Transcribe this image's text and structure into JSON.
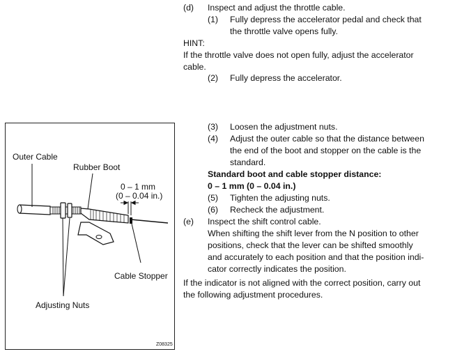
{
  "steps": {
    "d_label": "(d)",
    "d_text": "Inspect and adjust the throttle cable.",
    "d1_num": "(1)",
    "d1_line1": "Fully depress the accelerator pedal and check that",
    "d1_line2": "the throttle valve opens fully.",
    "hint_label": "HINT:",
    "hint_line1": "If the throttle valve does not open fully, adjust the accelerator",
    "hint_line2": "cable.",
    "d2_num": "(2)",
    "d2_text": "Fully depress the accelerator.",
    "d3_num": "(3)",
    "d3_text": "Loosen the adjustment nuts.",
    "d4_num": "(4)",
    "d4_line1": "Adjust the outer cable so that the distance between",
    "d4_line2": "the end of the boot and stopper on the cable is the",
    "d4_line3": "standard.",
    "standard_heading": "Standard boot and cable stopper distance:",
    "standard_value": "0 – 1 mm (0 – 0.04 in.)",
    "d5_num": "(5)",
    "d5_text": "Tighten the adjusting nuts.",
    "d6_num": "(6)",
    "d6_text": "Recheck the adjustment.",
    "e_label": "(e)",
    "e_text": "Inspect the shift control cable.",
    "e_body_line1": "When shifting the shift lever from the N position to other",
    "e_body_line2": "positions, check that the lever can be shifted smoothly",
    "e_body_line3": "and accurately to each position and that the position indi-",
    "e_body_line4": "cator correctly indicates the position.",
    "final_line1": "If the indicator is not aligned with the correct position, carry out",
    "final_line2": "the following adjustment procedures."
  },
  "figure": {
    "outer_cable": "Outer Cable",
    "rubber_boot": "Rubber Boot",
    "dim_line1": "0 – 1 mm",
    "dim_line2": "(0 – 0.04 in.)",
    "cable_stopper": "Cable Stopper",
    "adjusting_nuts": "Adjusting Nuts",
    "figure_id": "Z08325"
  }
}
